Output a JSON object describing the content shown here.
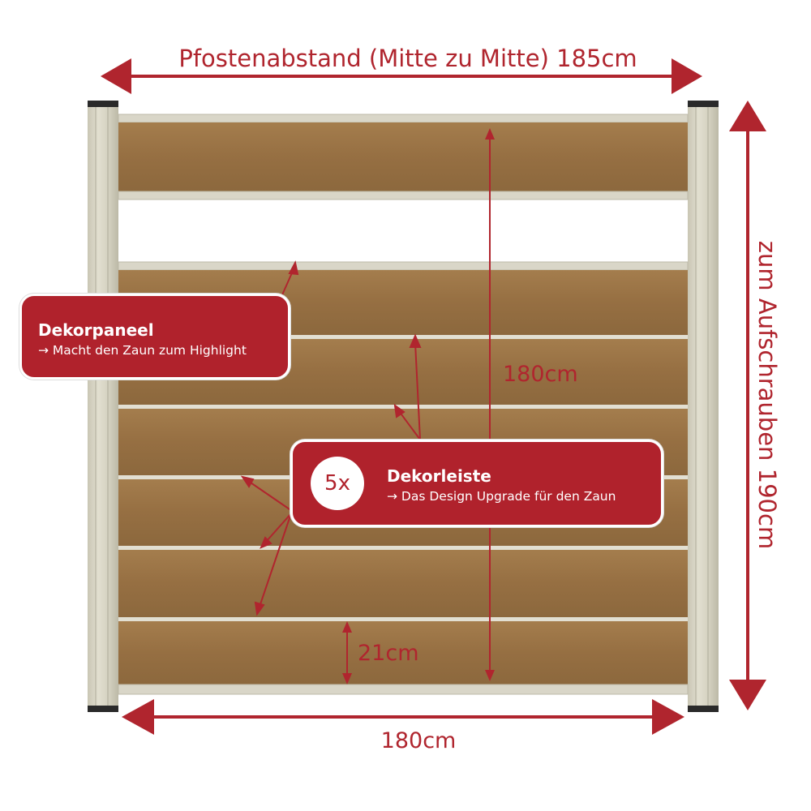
{
  "dimensions": {
    "post_spacing": "Pfostenabstand (Mitte zu Mitte) 185cm",
    "screw_height": "zum Aufschrauben 190cm",
    "panel_height": "180cm",
    "board_height": "21cm",
    "panel_width": "180cm"
  },
  "callouts": {
    "dekorpaneel": {
      "title": "Dekorpaneel",
      "subtitle": "→ Macht den Zaun zum Highlight"
    },
    "dekorleiste": {
      "badge": "5x",
      "title": "Dekorleiste",
      "subtitle": "→ Das Design Upgrade für den Zaun"
    }
  },
  "colors": {
    "accent_red": "#b0222c",
    "wood": "#9a7546",
    "aluminium": "#d6d3c3"
  }
}
